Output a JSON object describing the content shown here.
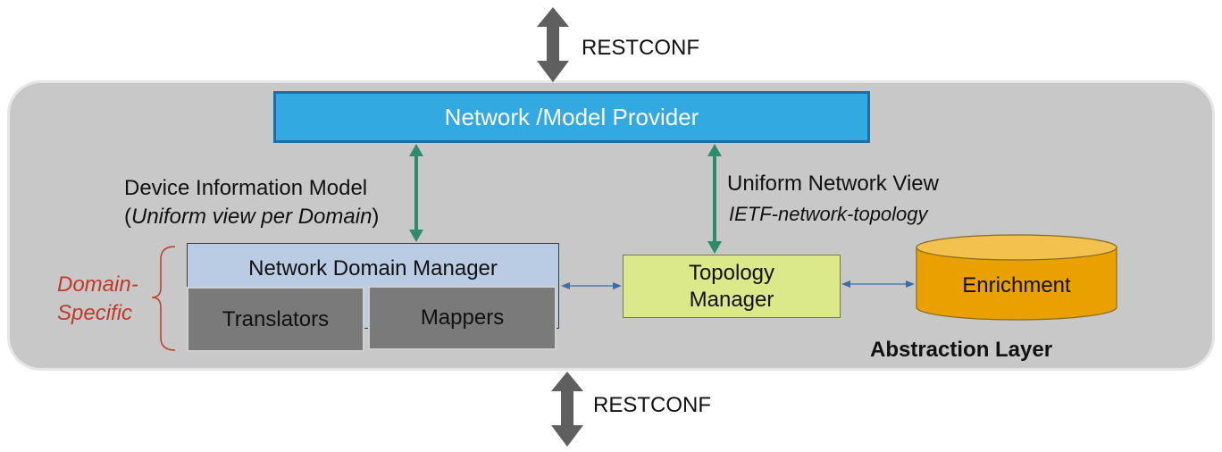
{
  "top_interface": {
    "label": "RESTCONF"
  },
  "bottom_interface": {
    "label": "RESTCONF"
  },
  "provider": {
    "label": "Network /Model Provider"
  },
  "device_info": {
    "title": "Device Information Model",
    "open": "(",
    "subtitle_italic": "Uniform view per Domain",
    "close": ")"
  },
  "uniform_view": {
    "title": "Uniform Network View",
    "subtitle": "IETF-network-topology"
  },
  "domain_specific": {
    "line1": "Domain-",
    "line2": "Specific"
  },
  "ndm": {
    "title": "Network Domain Manager",
    "translators": "Translators",
    "mappers": "Mappers"
  },
  "topology": {
    "line1": "Topology",
    "line2": "Manager"
  },
  "enrichment": {
    "label": "Enrichment"
  },
  "layer": {
    "label": "Abstraction Layer"
  },
  "colors": {
    "provider_fill": "#33a9e1",
    "ndm_fill": "#b9cce4",
    "topology_fill": "#dbe98a",
    "enrichment_fill": "#e8a100",
    "green_arrow": "#2e8b6e",
    "blue_arrow": "#3a6ea5",
    "domain_text": "#c0392b"
  }
}
